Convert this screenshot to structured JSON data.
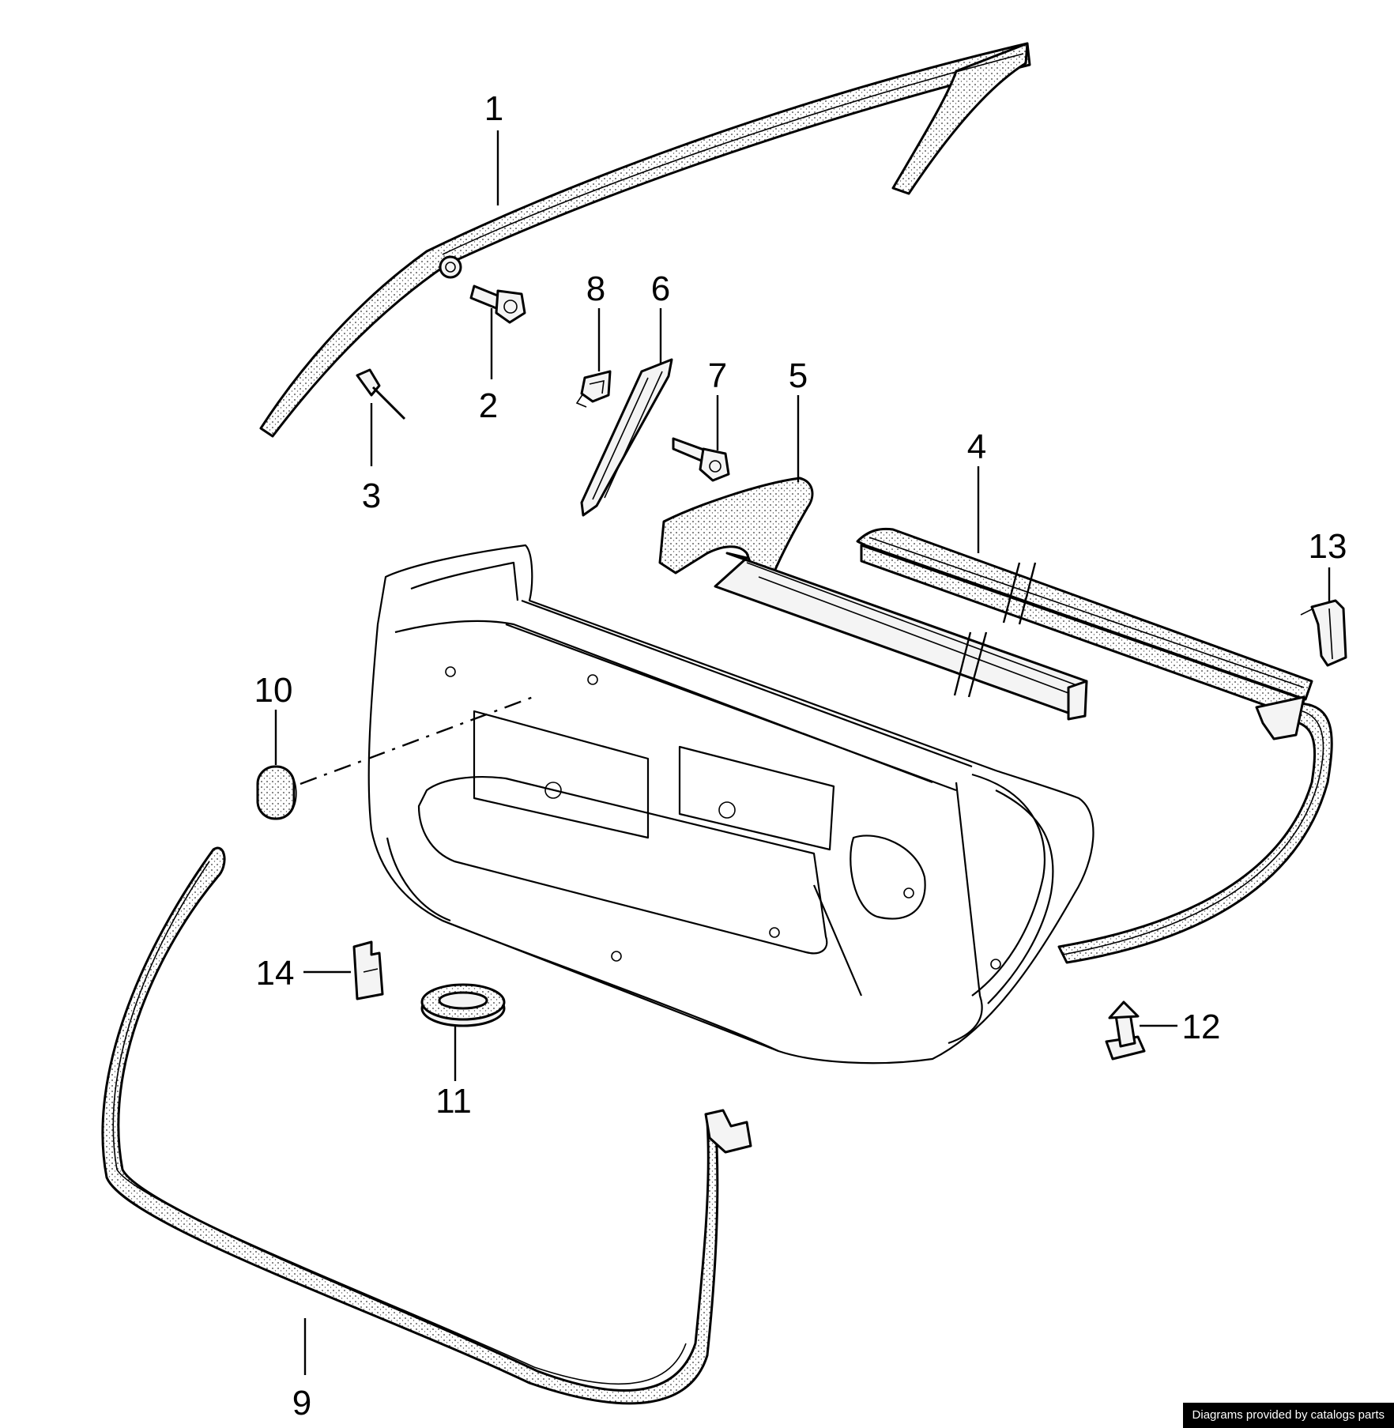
{
  "callouts": [
    {
      "id": "1",
      "label": "1"
    },
    {
      "id": "2",
      "label": "2"
    },
    {
      "id": "3",
      "label": "3"
    },
    {
      "id": "4",
      "label": "4"
    },
    {
      "id": "5",
      "label": "5"
    },
    {
      "id": "6",
      "label": "6"
    },
    {
      "id": "7",
      "label": "7"
    },
    {
      "id": "8",
      "label": "8"
    },
    {
      "id": "9",
      "label": "9"
    },
    {
      "id": "10",
      "label": "10"
    },
    {
      "id": "11",
      "label": "11"
    },
    {
      "id": "12",
      "label": "12"
    },
    {
      "id": "13",
      "label": "13"
    },
    {
      "id": "14",
      "label": "14"
    }
  ],
  "credit": "Diagrams provided by catalogs parts"
}
